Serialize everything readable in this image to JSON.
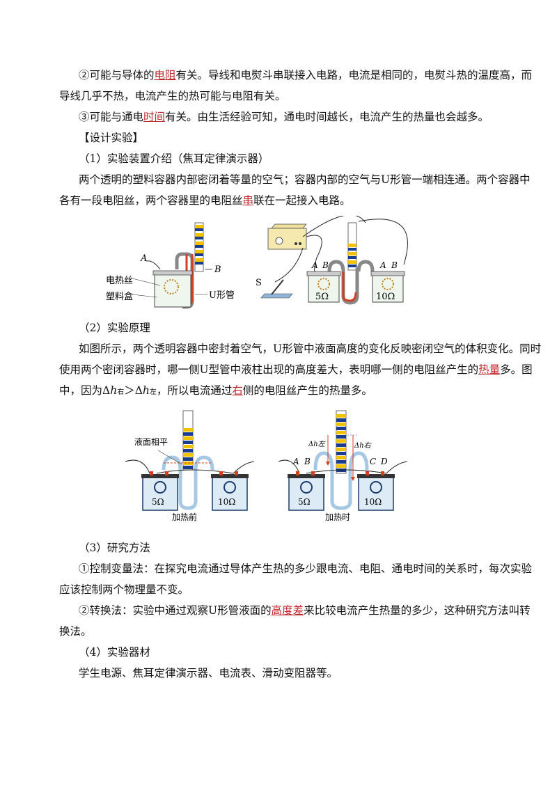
{
  "p1": {
    "a": "②可能与导体的",
    "u": "电阻",
    "b": "有关。导线和电熨斗串联接入电路，电流是相同的，电熨斗热的温度高，而",
    "c": "导线几乎不热，电流产生的热可能与电阻有关。"
  },
  "p2": {
    "a": "③可能与通电",
    "u": "时间",
    "b": "有关。由生活经验可知，通电时间越长，电流产生的热量也会越多。"
  },
  "h_design": "【设计实验】",
  "h1": "（1）实验装置介绍（焦耳定律演示器）",
  "p3": {
    "a": "两个透明的塑料容器内部密闭着等量的空气；容器内部的空气与U形管一端相连通。两个容器中",
    "b": "各有一段电阻丝，两个容器里的电阻丝",
    "u": "串",
    "c": "联在一起接入电路。"
  },
  "fig1": {
    "A": "A",
    "B": "B",
    "label_wire": "电热丝",
    "label_box": "塑料盒",
    "label_tube": "U形管"
  },
  "fig2": {
    "S": "S",
    "A1": "A",
    "B1": "B",
    "A2": "A",
    "B2": "B",
    "r1": "5Ω",
    "r2": "10Ω"
  },
  "h2": "（2）实验原理",
  "p4": {
    "a": "如图所示，两个透明容器中密封着空气，U形管中液面高度的变化反映密闭空气的体积变化。同时",
    "b": "使用两个密闭容器时，哪一侧U型管中液柱出现的高度差大，表明哪一侧的电阻丝产生的",
    "u": "热量",
    "c": "多。图",
    "d1": "中，因为Δ",
    "d_h": "h",
    "d_sub1": "右",
    "d2": "＞Δ",
    "d_h2": "h",
    "d_sub2": "左",
    "d3": "，所以电流通过",
    "u2": "右",
    "d4": "侧的电阻丝产生的热量多。"
  },
  "fig3": {
    "level_label": "液面相平",
    "r1": "5Ω",
    "r2": "10Ω",
    "caption": "加热前"
  },
  "fig4": {
    "A": "A",
    "B": "B",
    "C": "C",
    "D": "D",
    "dh_left": "Δh左",
    "dh_right": "Δh右",
    "r1": "5Ω",
    "r2": "10Ω",
    "caption": "加热时"
  },
  "h3": "（3）研究方法",
  "p5": {
    "a": "①控制变量法：在探究电流通过导体产生热的多少跟电流、电阻、通电时间的关系时，每次实验",
    "b": "应该控制两个物理量不变。"
  },
  "p6": {
    "a": "②转换法：实验中通过观察U形管液面的",
    "u": "高度差",
    "b": "来比较电流产生热量的多少，这种研究方法叫转",
    "c": "换法。"
  },
  "h4": "（4）实验器材",
  "p7": "学生电源、焦耳定律演示器、电流表、滑动变阻器等。"
}
